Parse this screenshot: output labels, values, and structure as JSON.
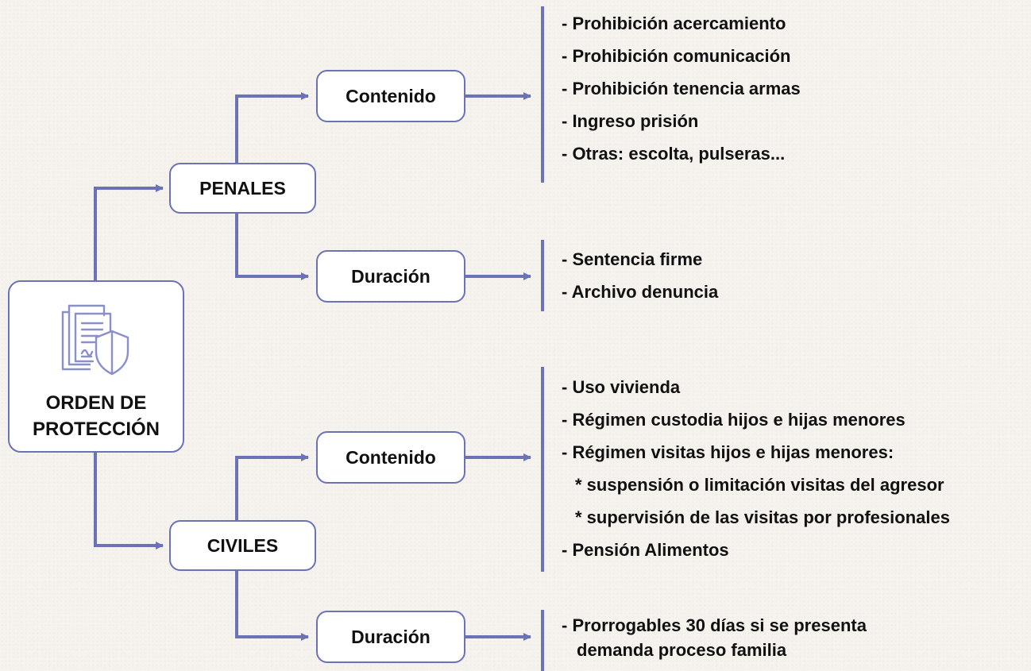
{
  "root": {
    "icon": "document-shield-icon",
    "title_line1": "ORDEN DE",
    "title_line2": "PROTECCIÓN"
  },
  "penales": {
    "label": "PENALES",
    "contenido": {
      "label": "Contenido",
      "items": [
        "- Prohibición acercamiento",
        "- Prohibición comunicación",
        "- Prohibición tenencia armas",
        "- Ingreso prisión",
        "- Otras: escolta, pulseras..."
      ]
    },
    "duracion": {
      "label": "Duración",
      "items": [
        "- Sentencia firme",
        "- Archivo denuncia"
      ]
    }
  },
  "civiles": {
    "label": "CIVILES",
    "contenido": {
      "label": "Contenido",
      "items": [
        "- Uso vivienda",
        "- Régimen custodia hijos e hijas menores",
        "- Régimen visitas hijos e hijas menores:",
        "* suspensión o limitación visitas del agresor",
        "* supervisión de las visitas por profesionales",
        "- Pensión Alimentos"
      ]
    },
    "duracion": {
      "label": "Duración",
      "items": [
        "- Prorrogables 30 días si se presenta",
        "demanda proceso familia"
      ]
    }
  },
  "colors": {
    "connector": "#6b72b5",
    "box_border": "#6b72b5",
    "box_fill": "#ffffff",
    "background": "#f6f3ee",
    "icon_stroke": "#8a90c8"
  }
}
